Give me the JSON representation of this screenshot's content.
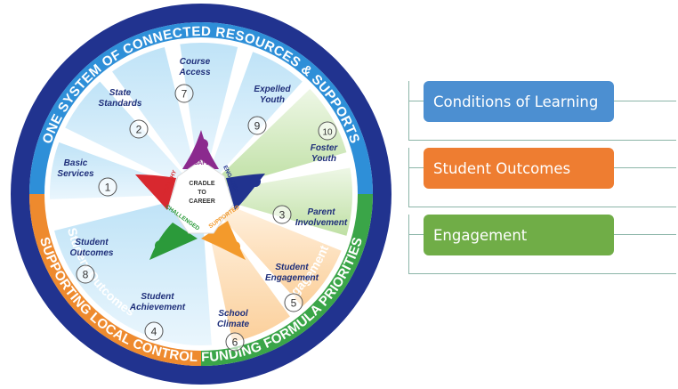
{
  "wheel": {
    "outer_ring_top": "ONE SYSTEM OF CONNECTED RESOURCES & SUPPORTS",
    "outer_ring_bottom": "SUPPORTING LOCAL CONTROL FUNDING FORMULA PRIORITIES",
    "arc_conditions": "Conditions of Learning",
    "arc_outcomes": "Student Outcomes",
    "arc_engagement": "Engagement",
    "center": [
      "CRADLE",
      "TO",
      "CAREER"
    ],
    "star_words": [
      "SAFE",
      "ENGAGED",
      "SUPPORTED",
      "CHALLENGED",
      "HEALTHY"
    ],
    "priorities": [
      {
        "num": "1",
        "lines": [
          "Basic",
          "Services"
        ]
      },
      {
        "num": "2",
        "lines": [
          "State",
          "Standards"
        ]
      },
      {
        "num": "7",
        "lines": [
          "Course",
          "Access"
        ]
      },
      {
        "num": "9",
        "lines": [
          "Expelled",
          "Youth"
        ]
      },
      {
        "num": "10",
        "lines": [
          "Foster",
          "Youth"
        ]
      },
      {
        "num": "3",
        "lines": [
          "Parent",
          "Involvement"
        ]
      },
      {
        "num": "5",
        "lines": [
          "Student",
          "Engagement"
        ]
      },
      {
        "num": "6",
        "lines": [
          "School",
          "Climate"
        ]
      },
      {
        "num": "4",
        "lines": [
          "Student",
          "Achievement"
        ]
      },
      {
        "num": "8",
        "lines": [
          "Student",
          "Outcomes"
        ]
      }
    ]
  },
  "categories": [
    {
      "label": "Conditions of Learning"
    },
    {
      "label": "Student Outcomes"
    },
    {
      "label": "Engagement"
    }
  ],
  "colors": {
    "navy": "#21338f",
    "blue": "#4c8fd1",
    "orange": "#ee7d31",
    "green": "#70ad47",
    "purple": "#8b2a8e",
    "red": "#d8282f",
    "dark_green": "#2b9a3a"
  }
}
